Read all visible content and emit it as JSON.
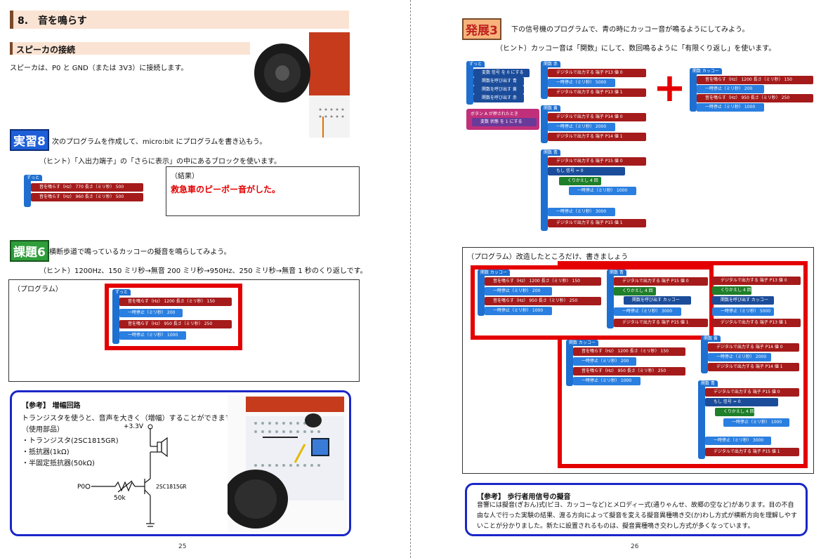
{
  "left": {
    "section_title": "8.　音を鳴らす",
    "sub_title": "スピーカの接続",
    "speaker_text": "スピーカは、P0 と GND（または 3V3）に接続します。",
    "ex8": {
      "badge": "実習8",
      "text": "次のプログラムを作成して、micro:bit にプログラムを書き込もう。",
      "hint": "（ヒント）「入出力端子」の「さらに表示」の中にあるブロックを使います。",
      "result_label": "（結果）",
      "result_text": "救急車のピーポー音がした。",
      "block_head": "ずっと",
      "rows": [
        "音を鳴らす（Hz） 770 長さ（ミリ秒） 500",
        "音を鳴らす（Hz） 960 長さ（ミリ秒） 500"
      ]
    },
    "task6": {
      "badge": "課題6",
      "text": "横断歩道で鳴っているカッコーの擬音を鳴らしてみよう。",
      "hint": "（ヒント）1200Hz、150 ミリ秒→無音 200 ミリ秒→950Hz、250 ミリ秒→無音 1 秒のくり返しです。",
      "program_label": "（プログラム）",
      "block_head": "ずっと",
      "rows": [
        "音を鳴らす（Hz） 1200 長さ（ミリ秒） 150",
        "一時停止（ミリ秒） 200",
        "音を鳴らす（Hz） 950 長さ（ミリ秒） 250",
        "一時停止（ミリ秒） 1000"
      ]
    },
    "reference": {
      "title": "【参考】 増幅回路",
      "line1": "トランジスタを使うと、音声を大きく（増幅）することができます。",
      "parts_title": "（使用部品）",
      "parts": [
        "・トランジスタ(2SC1815GR)",
        "・抵抗器(1kΩ)",
        "・半固定抵抗器(50kΩ)"
      ],
      "v33": "+3.3V",
      "p0": "P0",
      "r50k": "50k",
      "tr": "2SC1815GR"
    },
    "page": "25"
  },
  "right": {
    "dev3": {
      "badge": "発展3",
      "text": "下の信号機のプログラムで、青の時にカッコー音が鳴るようにしてみよう。",
      "hint": "（ヒント）カッコー音は「関数」にして、数回鳴るように「有限くり返し」を使います。"
    },
    "blocks": {
      "forever": "ずっと",
      "forever_rows": [
        "変数 信号 を 0 にする",
        "関数を呼び出す 青",
        "関数を呼び出す 黄",
        "関数を呼び出す 赤"
      ],
      "button": "ボタン A が押されたとき",
      "button_row": "変数 状態 を 1 にする",
      "fn_red": "関数 赤",
      "red_rows": [
        "デジタルで出力する 端子 P13 値 0",
        "一時停止（ミリ秒） 5000",
        "デジタルで出力する 端子 P13 値 1"
      ],
      "fn_yellow": "関数 黄",
      "yellow_rows": [
        "デジタルで出力する 端子 P14 値 0",
        "一時停止（ミリ秒） 2000",
        "デジタルで出力する 端子 P14 値 1"
      ],
      "fn_blue": "関数 青",
      "blue_rows": [
        "デジタルで出力する 端子 P15 値 0",
        "もし 信号 = 0",
        "くりかえし 4 回",
        "一時停止（ミリ秒） 1000",
        "一時停止（ミリ秒） 3000",
        "デジタルで出力する 端子 P15 値 1"
      ],
      "fn_cuckoo": "関数 カッコー",
      "cuckoo_rows": [
        "音を鳴らす（Hz） 1200 長さ（ミリ秒） 150",
        "一時停止（ミリ秒） 200",
        "音を鳴らす（Hz） 950 長さ（ミリ秒） 250",
        "一時停止（ミリ秒） 1000"
      ],
      "call_cuckoo": "関数を呼び出す カッコー"
    },
    "improved_label": "（プログラム）改造したところだけ、書きましょう",
    "reference": {
      "title": "【参考】 歩行者用信号の擬音",
      "body": "音響には擬音(ぎおん)式(ピヨ、カッコーなど)とメロディー式(通りゃんせ、故郷の空など)があります。目の不自由な人で行った実験の結果、渡る方向によって擬音を変える擬音異種鳴き交(か)わし方式が横断方向を理解しやすいことが分かりました。新たに設置されるものは、擬音異種鳴き交わし方式が多くなっています。"
    },
    "page": "26"
  }
}
